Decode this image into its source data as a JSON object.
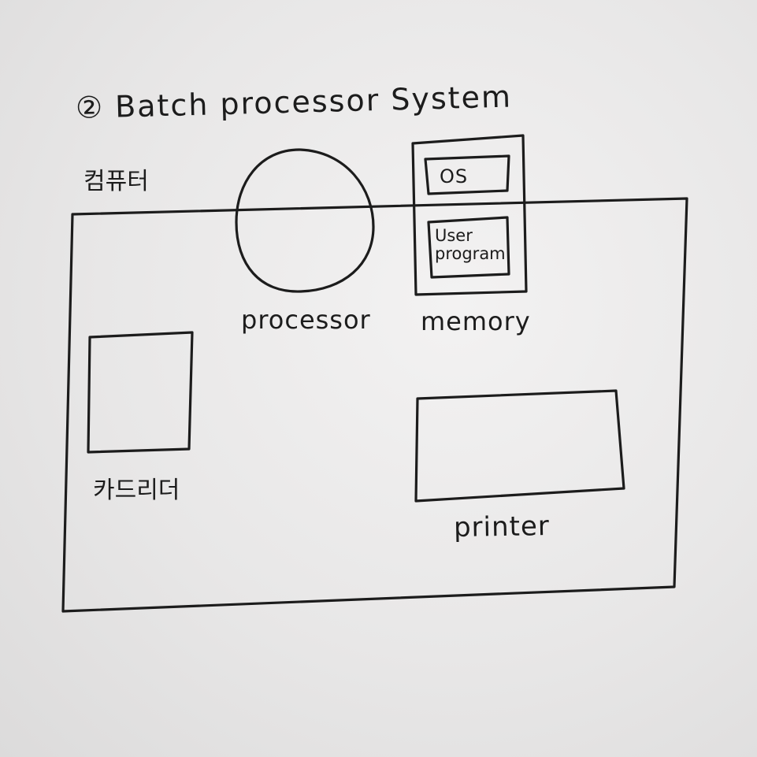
{
  "diagram": {
    "title": "② Batch processor System",
    "computer_label": "컴퓨터",
    "processor_label": "processor",
    "memory_label": "memory",
    "memory_os_label": "OS",
    "memory_user_program_line1": "User",
    "memory_user_program_line2": "program",
    "card_reader_label": "카드리더",
    "printer_label": "printer"
  },
  "colors": {
    "ink": "#1c1c1c",
    "paper": "#e9e8e8"
  }
}
